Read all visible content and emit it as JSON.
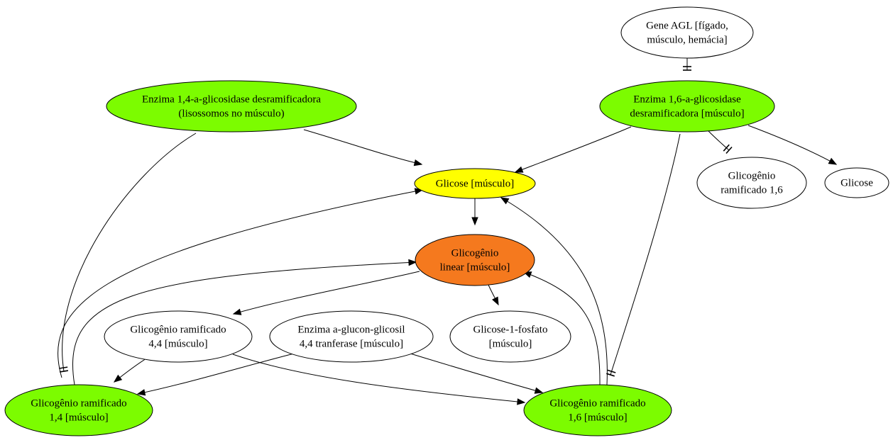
{
  "colors": {
    "green": "#7cfc00",
    "yellow": "#ffff00",
    "orange": "#f5791e",
    "white": "#ffffff",
    "line": "#000000"
  },
  "nodes": {
    "gene_agl": {
      "lines": [
        "Gene AGL [fígado,",
        "músculo, hemácia]"
      ],
      "fill": "white"
    },
    "enzima_14": {
      "lines": [
        "Enzima 1,4-a-glicosidase desramificadora",
        "(lisossomos no músculo)"
      ],
      "fill": "green"
    },
    "enzima_16": {
      "lines": [
        "Enzima 1,6-a-glicosidase",
        "desramificadora [músculo]"
      ],
      "fill": "green"
    },
    "glicose_musculo": {
      "lines": [
        "Glicose [músculo]"
      ],
      "fill": "yellow"
    },
    "glicogenio_ramificado_16_plain": {
      "lines": [
        "Glicogênio",
        "ramificado 1,6"
      ],
      "fill": "white"
    },
    "glicose": {
      "lines": [
        "Glicose"
      ],
      "fill": "white"
    },
    "glicogenio_linear": {
      "lines": [
        "Glicogênio",
        "linear [músculo]"
      ],
      "fill": "orange"
    },
    "glicogenio_ramificado_44": {
      "lines": [
        "Glicogênio ramificado",
        "4,4 [músculo]"
      ],
      "fill": "white"
    },
    "enzima_glucon": {
      "lines": [
        "Enzima a-glucon-glicosil",
        "4,4 tranferase [músculo]"
      ],
      "fill": "white"
    },
    "glicose_1_fosfato": {
      "lines": [
        "Glicose-1-fosfato",
        "[músculo]"
      ],
      "fill": "white"
    },
    "glicogenio_ramificado_14": {
      "lines": [
        "Glicogênio ramificado",
        "1,4 [músculo]"
      ],
      "fill": "green"
    },
    "glicogenio_ramificado_16": {
      "lines": [
        "Glicogênio ramificado",
        "1,6 [músculo]"
      ],
      "fill": "green"
    }
  },
  "edges": [
    {
      "from": "gene_agl",
      "to": "enzima_16",
      "type": "inhibit"
    },
    {
      "from": "enzima_14",
      "to": "glicose_musculo",
      "type": "arrow"
    },
    {
      "from": "enzima_14",
      "to": "glicogenio_ramificado_14",
      "type": "inhibit"
    },
    {
      "from": "enzima_16",
      "to": "glicose_musculo",
      "type": "arrow"
    },
    {
      "from": "enzima_16",
      "to": "glicogenio_ramificado_16_plain",
      "type": "inhibit"
    },
    {
      "from": "enzima_16",
      "to": "glicose",
      "type": "arrow"
    },
    {
      "from": "enzima_16",
      "to": "glicogenio_ramificado_16",
      "type": "inhibit"
    },
    {
      "from": "glicose_musculo",
      "to": "glicogenio_linear",
      "type": "arrow"
    },
    {
      "from": "glicogenio_linear",
      "to": "glicogenio_ramificado_44",
      "type": "arrow"
    },
    {
      "from": "glicogenio_linear",
      "to": "glicose_1_fosfato",
      "type": "arrow"
    },
    {
      "from": "glicogenio_ramificado_44",
      "to": "glicogenio_ramificado_14",
      "type": "arrow"
    },
    {
      "from": "glicogenio_ramificado_44",
      "to": "glicogenio_ramificado_16",
      "type": "arrow"
    },
    {
      "from": "enzima_glucon",
      "to": "glicogenio_ramificado_14",
      "type": "arrow"
    },
    {
      "from": "enzima_glucon",
      "to": "glicogenio_ramificado_16",
      "type": "arrow"
    },
    {
      "from": "glicogenio_ramificado_14",
      "to": "glicose_musculo",
      "type": "arrow"
    },
    {
      "from": "glicogenio_ramificado_14",
      "to": "glicogenio_linear",
      "type": "arrow"
    },
    {
      "from": "glicogenio_ramificado_16",
      "to": "glicose_musculo",
      "type": "arrow"
    },
    {
      "from": "glicogenio_ramificado_16",
      "to": "glicogenio_linear",
      "type": "arrow"
    }
  ]
}
